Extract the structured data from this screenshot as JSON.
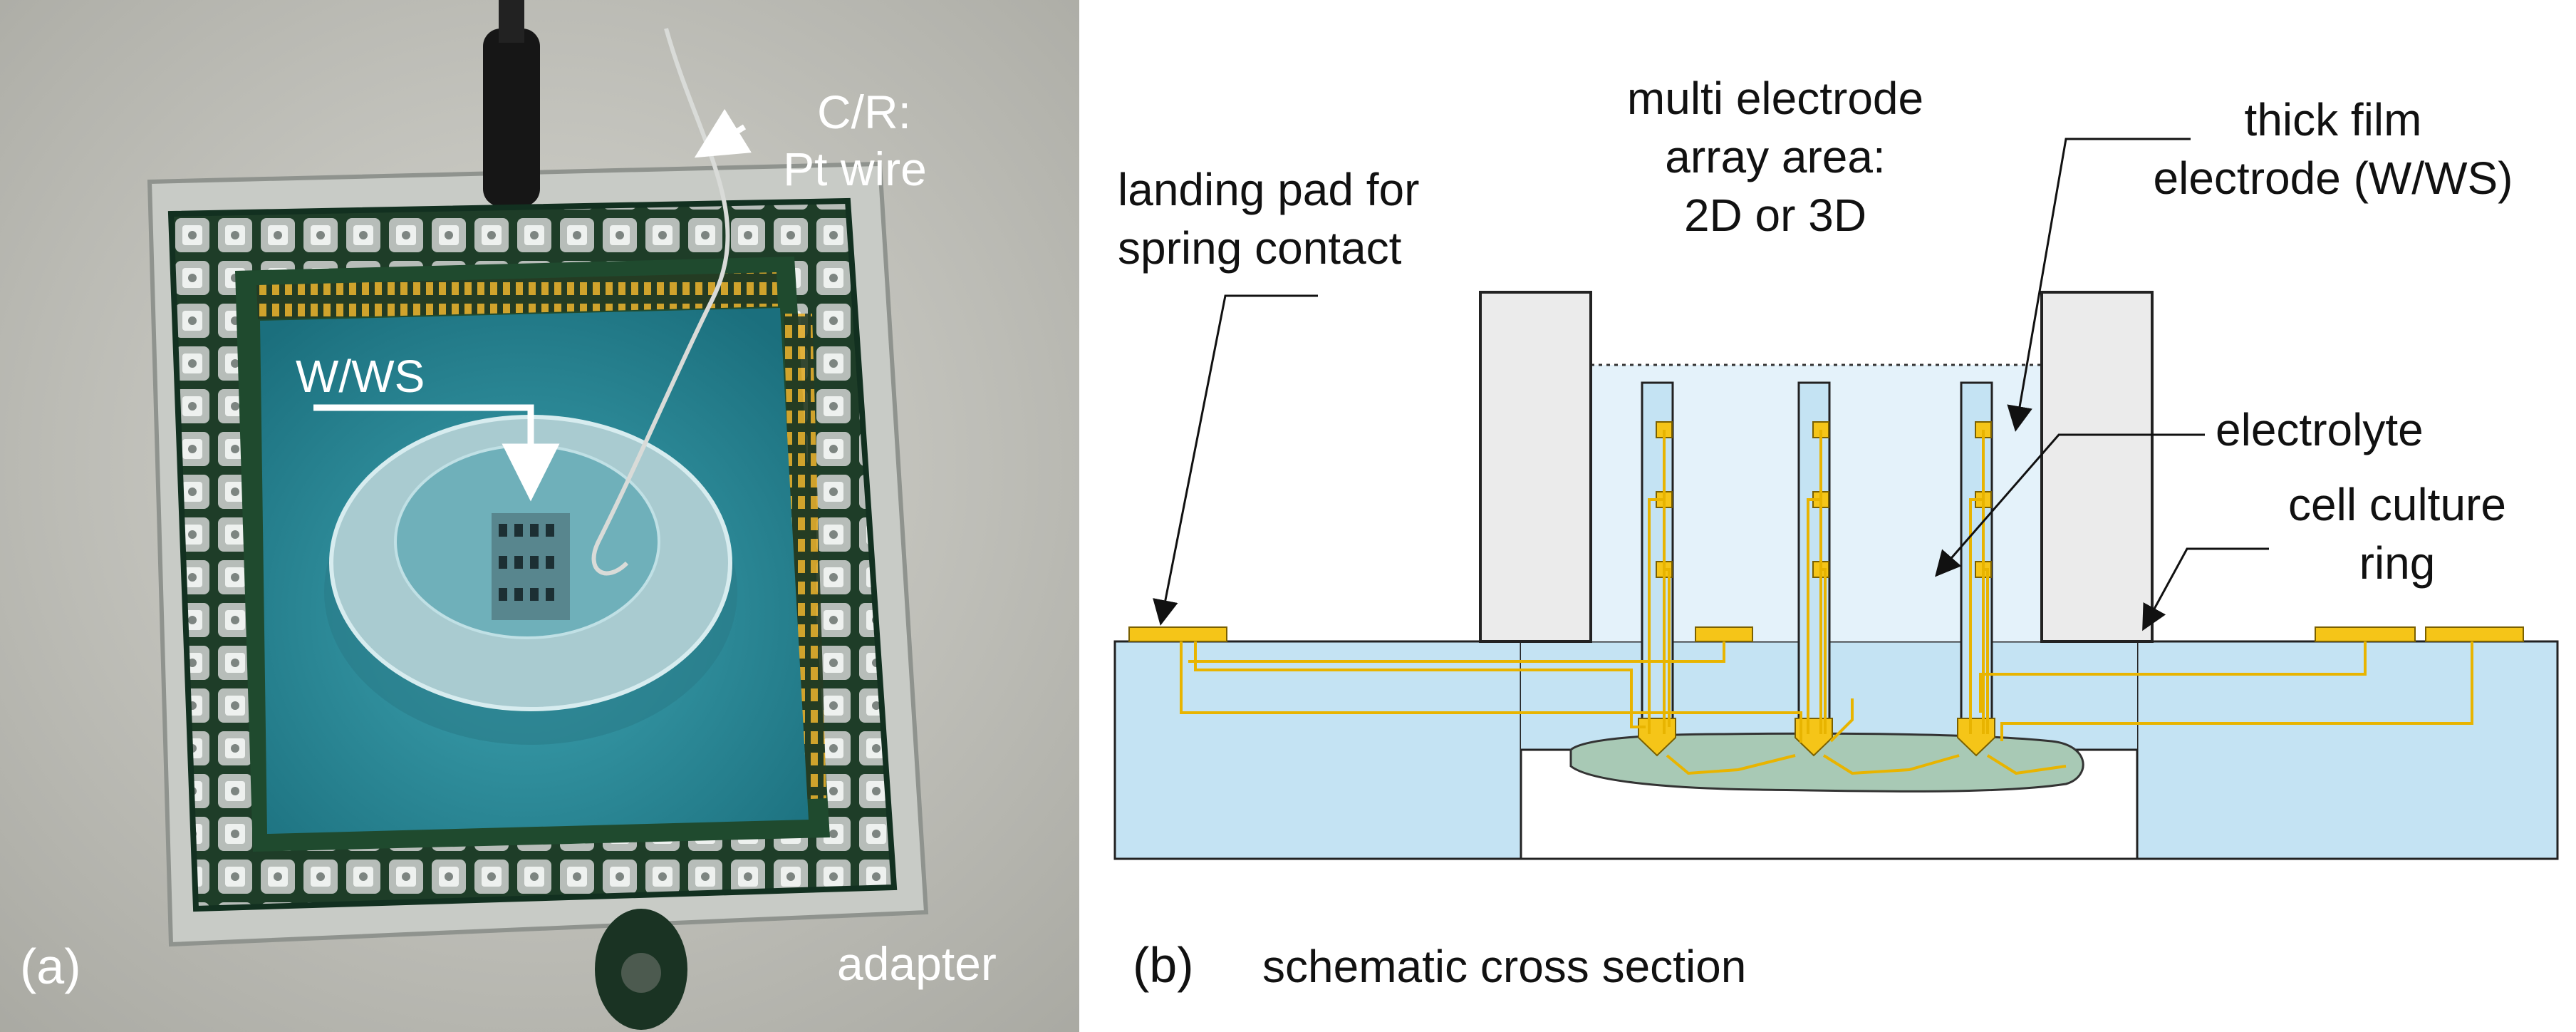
{
  "panel_a": {
    "letter": "(a)",
    "labels": {
      "cr": "C/R:",
      "pt_wire": "Pt wire",
      "wws": "W/WS",
      "adapter": "adapter"
    }
  },
  "panel_b": {
    "letter": "(b)",
    "caption": "schematic cross section",
    "labels": {
      "landing_pad_1": "landing pad for",
      "landing_pad_2": "spring contact",
      "mea_1": "multi electrode",
      "mea_2": "array area:",
      "mea_3": "2D or 3D",
      "thick_1": "thick film",
      "thick_2": "electrode (W/WS)",
      "electrolyte": "electrolyte",
      "ring_1": "cell culture",
      "ring_2": "ring"
    }
  },
  "colors": {
    "substrate": "#c4e3f3",
    "gold": "#f5c518",
    "ring": "#ececec",
    "pcb_green": "#1f4a2e",
    "medium_teal": "#2b8c9c"
  }
}
